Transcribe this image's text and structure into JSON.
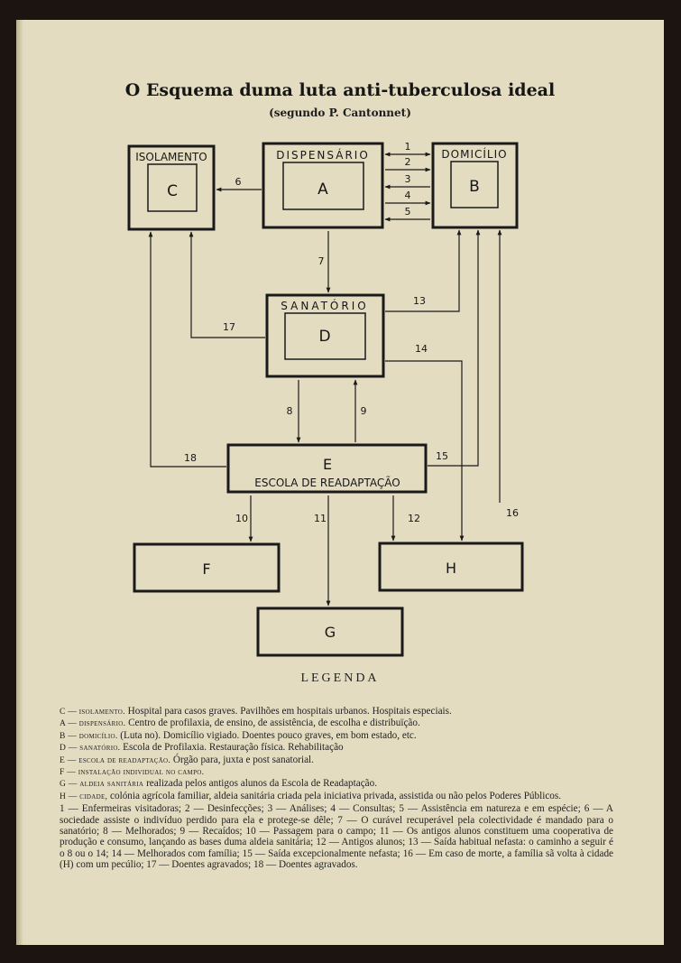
{
  "title": "O Esquema duma luta anti-tuberculosa ideal",
  "subtitle": "(segundo P. Cantonnet)",
  "diagram": {
    "nodes": {
      "isolamento": {
        "label": "ISOLAMENTO",
        "letter": "C"
      },
      "dispensario": {
        "label": "DISPENSÁRIO",
        "letter": "A"
      },
      "domicilio": {
        "label": "DOMICÍLIO",
        "letter": "B"
      },
      "sanatorio": {
        "label": "SANATÓRIO",
        "letter": "D"
      },
      "escola": {
        "letter": "E",
        "label": "ESCOLA DE READAPTAÇÃO"
      },
      "f": {
        "letter": "F"
      },
      "h": {
        "letter": "H"
      },
      "g": {
        "letter": "G"
      }
    },
    "edge_numbers": [
      "1",
      "2",
      "3",
      "4",
      "5",
      "6",
      "7",
      "8",
      "9",
      "10",
      "11",
      "12",
      "13",
      "14",
      "15",
      "16",
      "17",
      "18"
    ]
  },
  "legend": {
    "heading": "LEGENDA",
    "entries": [
      {
        "code": "C — isolamento.",
        "text": " Hospital para casos graves. Pavilhões em hospitais urbanos. Hospitais especiais."
      },
      {
        "code": "A — dispensário.",
        "text": " Centro de profilaxia, de ensino, de assistência, de escolha e distribuïção."
      },
      {
        "code": "B — domicílio.",
        "text": " (Luta no). Domicílio vigiado. Doentes pouco graves, em bom estado, etc."
      },
      {
        "code": "D — sanatório.",
        "text": " Escola de Profilaxia. Restauração física. Rehabilitação"
      },
      {
        "code": "E — escola de readaptação.",
        "text": " Órgão para, juxta e post sanatorial."
      },
      {
        "code": "F — instalação individual no campo.",
        "text": ""
      },
      {
        "code": "G — aldeia sanitária",
        "text": " realizada pelos antigos alunos da Escola de Readaptação."
      },
      {
        "code": "H — cidade,",
        "text": " colónia agrícola familiar, aldeia sanitária criada pela iniciativa privada, assistida ou não pelos Poderes Públicos."
      }
    ],
    "numbered": "1 — Enfermeiras visitadoras; 2 — Desinfecções; 3 — Análises; 4 — Consultas; 5 — Assistência em natureza e em espécie; 6 — A sociedade assiste o indivíduo perdido para ela e protege-se dêle; 7 — O curável recuperável pela colectividade é mandado para o sanatório; 8 — Melhorados; 9 — Recaídos; 10 — Passagem para o campo; 11 — Os antigos alunos constituem uma cooperativa de produção e consumo, lançando as bases duma aldeia sanitária; 12 — Antigos alunos; 13 — Saída habitual nefasta: o caminho a seguir é o 8 ou o 14; 14 — Melhorados com família; 15 — Saída excepcionalmente nefasta; 16 — Em caso de morte, a família sã volta à cidade (H) com um pecúlio; 17 — Doentes agravados; 18 — Doentes agravados."
  }
}
